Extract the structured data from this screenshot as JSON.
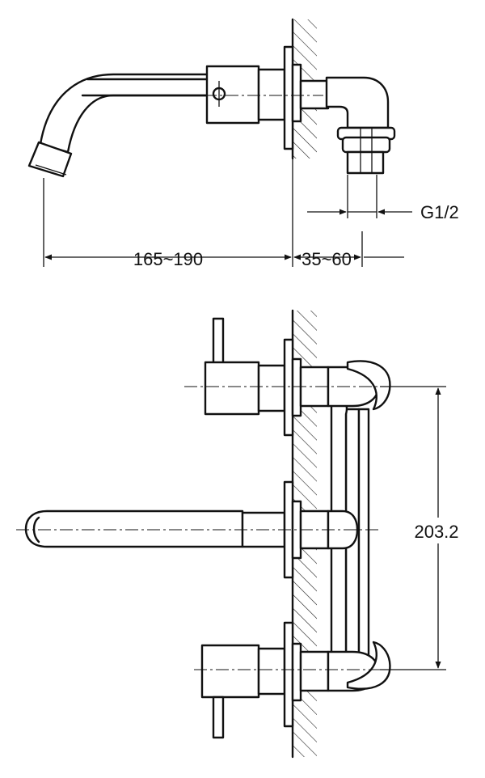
{
  "dimensions": {
    "spout_reach": "165~190",
    "wall_depth": "35~60",
    "thread_size": "G1/2",
    "handle_spacing": "203.2"
  }
}
